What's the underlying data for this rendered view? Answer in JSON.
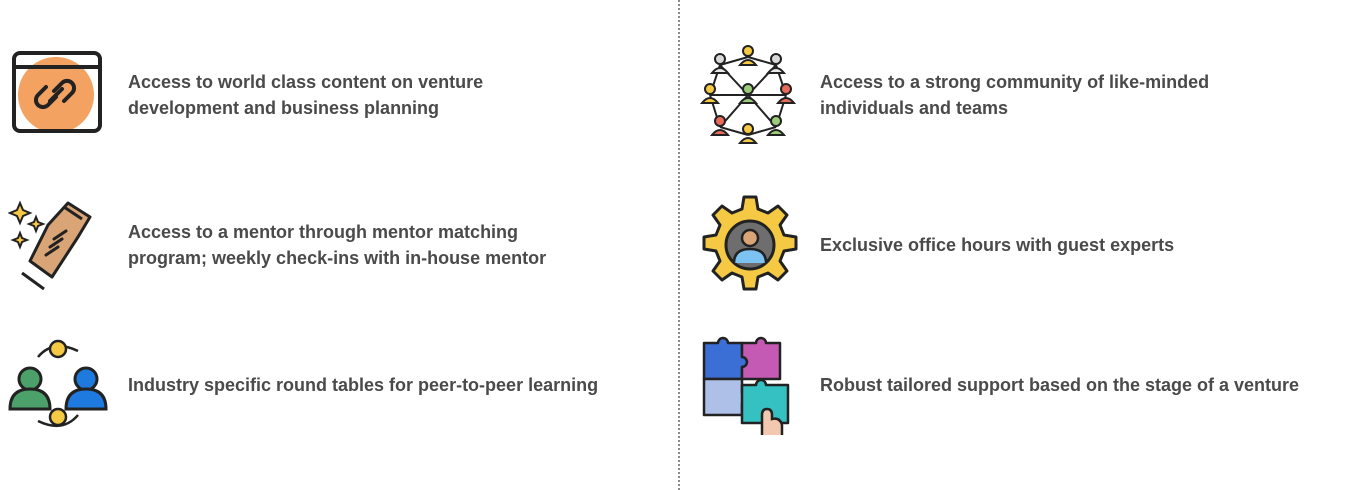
{
  "features": [
    {
      "icon": "link-window-icon",
      "text": "Access to world class content on venture\ndevelopment and business planning"
    },
    {
      "icon": "handshake-sparkle-icon",
      "text": "Access to a mentor through mentor matching\nprogram; weekly check-ins with in-house mentor"
    },
    {
      "icon": "peer-exchange-icon",
      "text": "Industry specific round tables for peer-to-peer learning"
    },
    {
      "icon": "community-network-icon",
      "text": "Access to a strong community of like-minded\nindividuals and teams"
    },
    {
      "icon": "expert-gear-icon",
      "text": "Exclusive office hours with guest experts"
    },
    {
      "icon": "puzzle-hand-icon",
      "text": "Robust tailored support based on the stage of a venture"
    }
  ],
  "colors": {
    "text": "#4a4a4a",
    "divider": "#8a8a8a",
    "orange": "#f4a261",
    "gold": "#f6c945",
    "green": "#4ca06a",
    "blue": "#1f7ae0",
    "teal": "#35c1c1",
    "purple": "#c45ab3",
    "lavender": "#aebfe8",
    "skin": "#d9a577",
    "red": "#e86a5a"
  }
}
